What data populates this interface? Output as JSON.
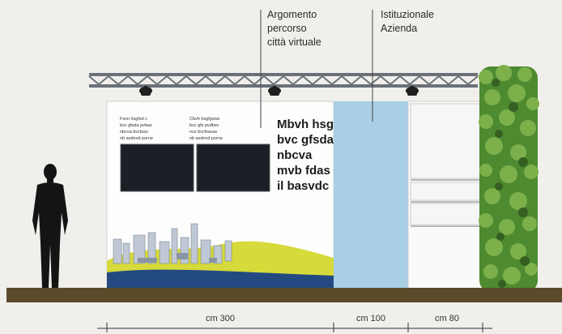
{
  "annotations": {
    "argomento": [
      "Argomento",
      "percorso",
      "città virtuale"
    ],
    "istituzionale": [
      "Istituzionale",
      "Azienda"
    ]
  },
  "display_texts": {
    "big_text": [
      "Mbvh hsg",
      "bvc gfsda",
      "nbcva",
      "mvb fdas",
      "il basvdc"
    ],
    "screen_left_caption": [
      "Fsvn hsgfsd c",
      "bvc gfsda pvbas",
      "nbcva bvcfsav",
      "nb asdnvd porrw"
    ],
    "screen_right_caption": [
      "Cbvh hsgfgsws",
      "bvc gfs pvdbec",
      "nvs bvcfsavav",
      "nb asdnvd porrw"
    ]
  },
  "dimensions": [
    "cm 300",
    "cm 100",
    "cm 80"
  ],
  "colors": {
    "background": "#f1efec",
    "floor": "#5a4a2a",
    "panel_blue": "#a9cfe6",
    "truss": "#5a5f66",
    "green_wall": "#5c9a3a"
  }
}
